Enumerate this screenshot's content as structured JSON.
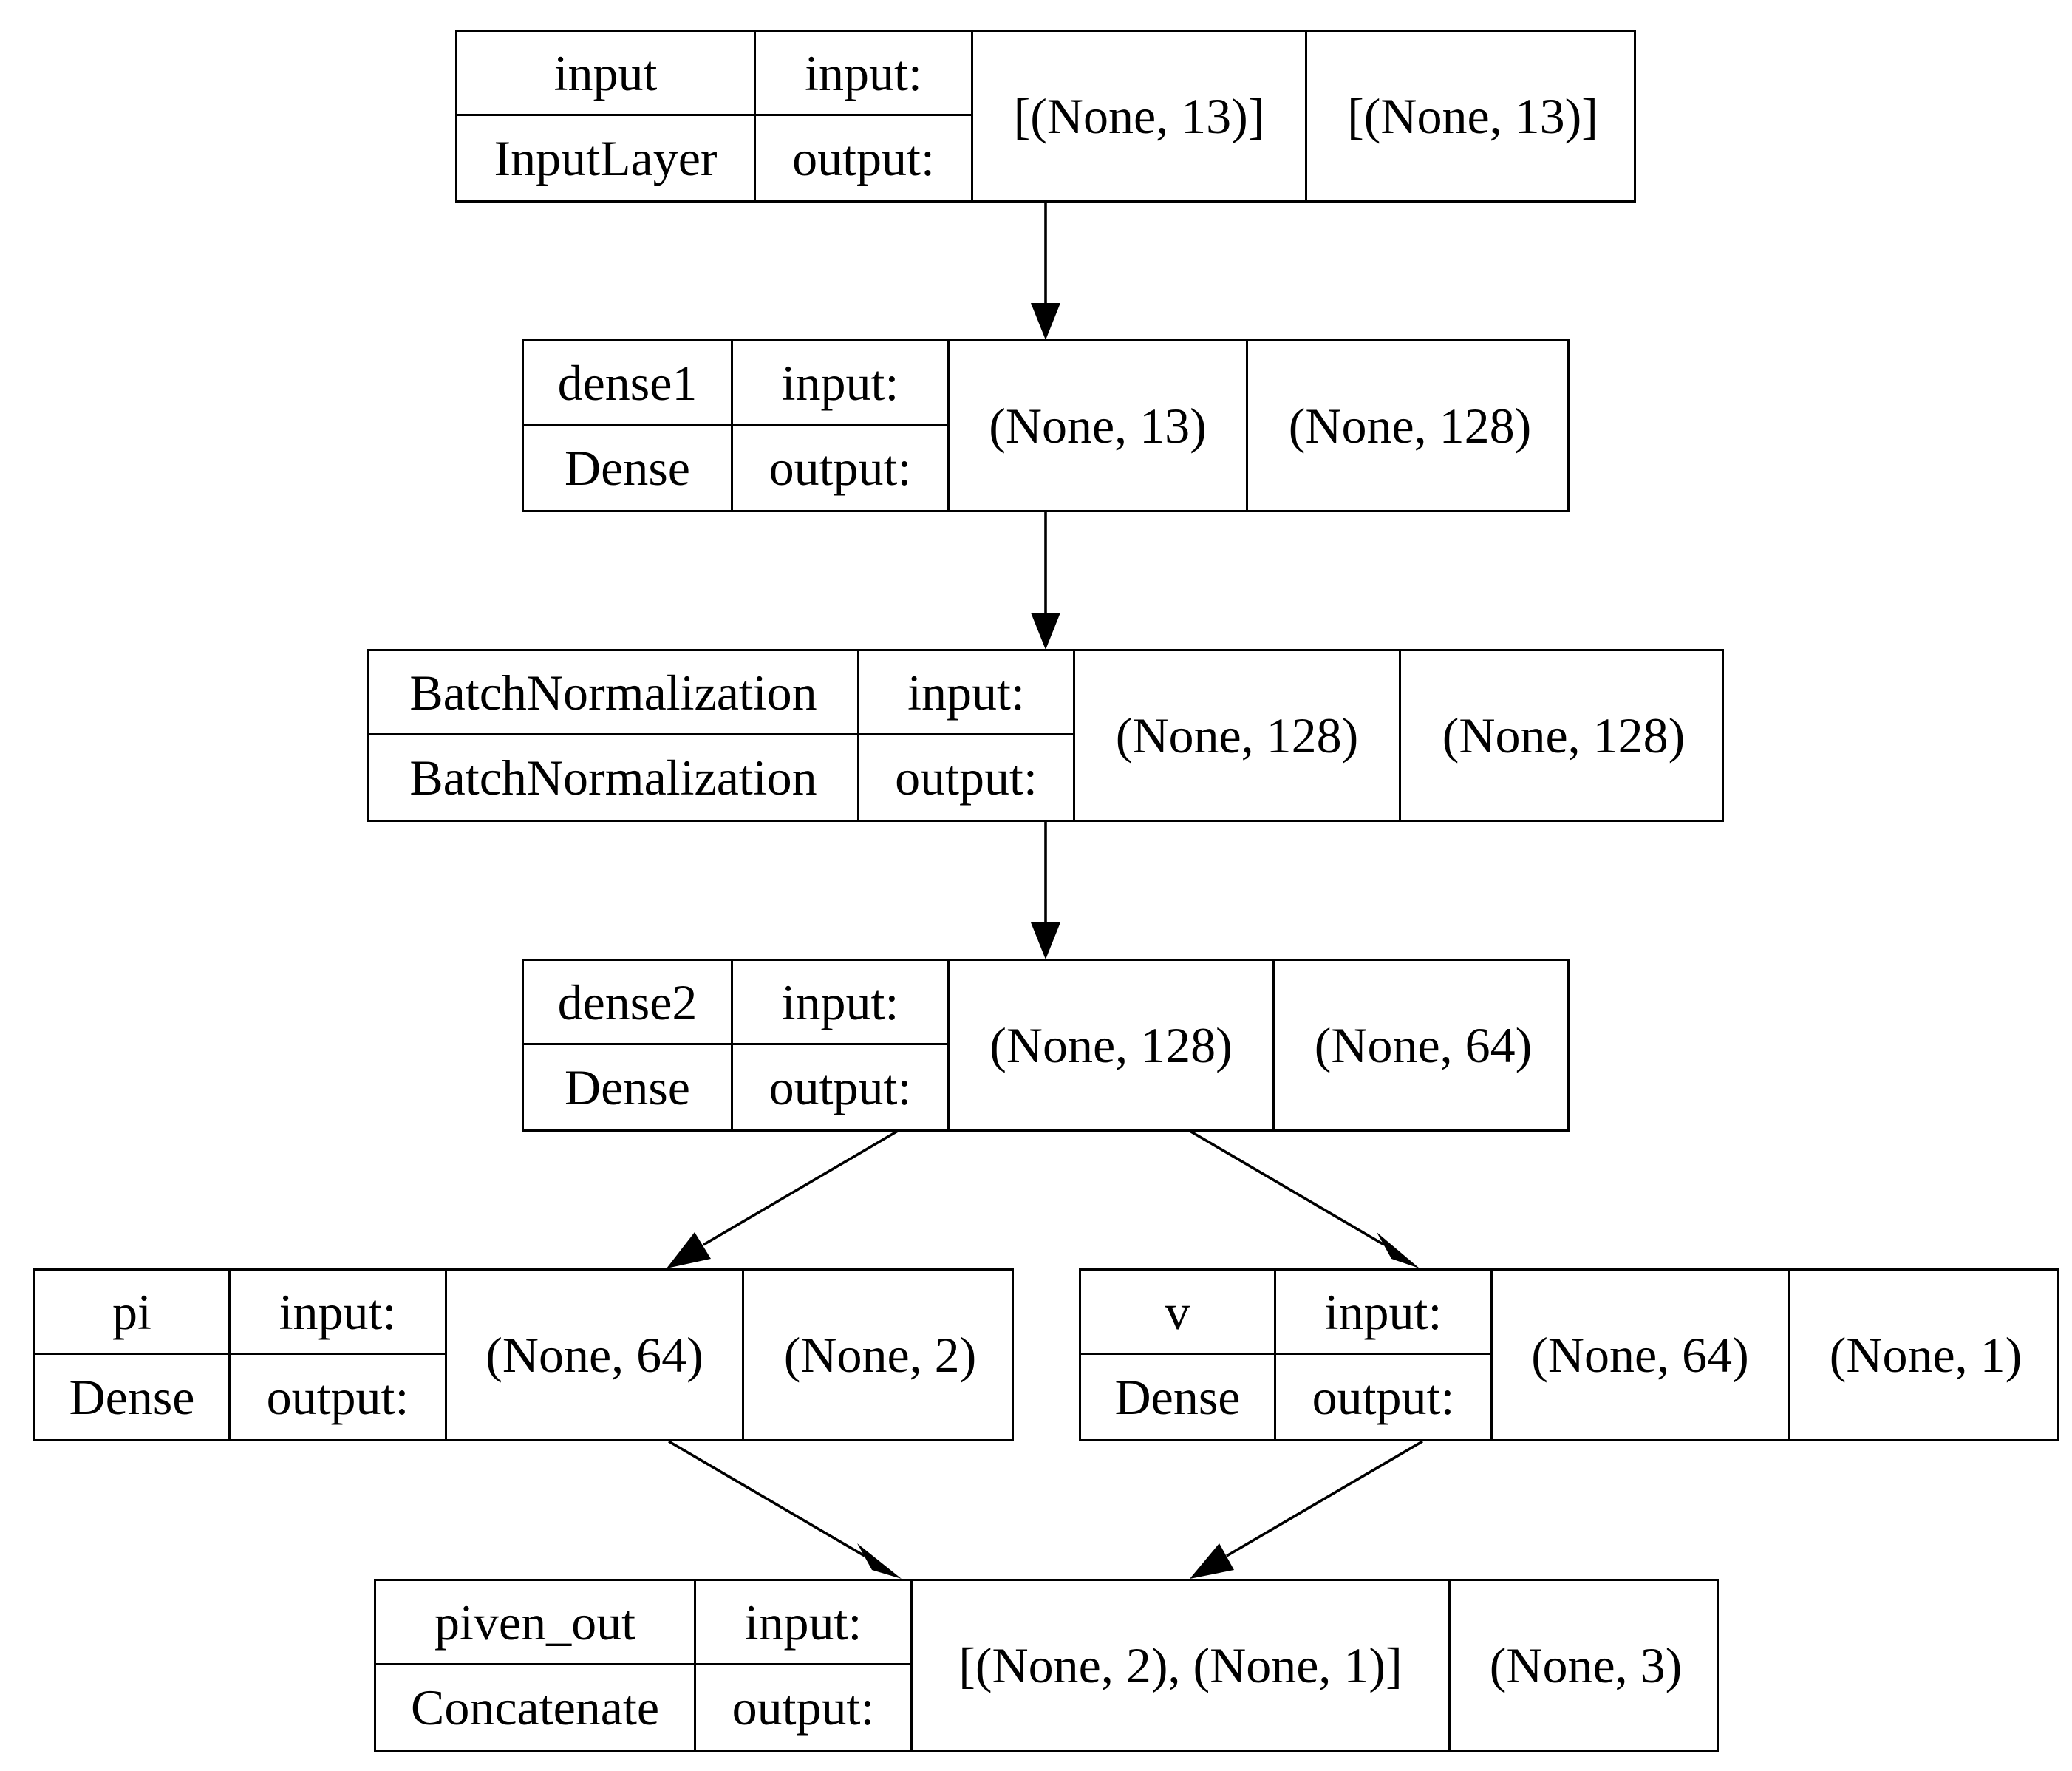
{
  "nodes": [
    {
      "id": "input",
      "name": "input",
      "type": "InputLayer",
      "input_label": "input:",
      "output_label": "output:",
      "input_shape": "[(None, 13)]",
      "output_shape": "[(None, 13)]"
    },
    {
      "id": "dense1",
      "name": "dense1",
      "type": "Dense",
      "input_label": "input:",
      "output_label": "output:",
      "input_shape": "(None, 13)",
      "output_shape": "(None, 128)"
    },
    {
      "id": "batchnorm",
      "name": "BatchNormalization",
      "type": "BatchNormalization",
      "input_label": "input:",
      "output_label": "output:",
      "input_shape": "(None, 128)",
      "output_shape": "(None, 128)"
    },
    {
      "id": "dense2",
      "name": "dense2",
      "type": "Dense",
      "input_label": "input:",
      "output_label": "output:",
      "input_shape": "(None, 128)",
      "output_shape": "(None, 64)"
    },
    {
      "id": "pi",
      "name": "pi",
      "type": "Dense",
      "input_label": "input:",
      "output_label": "output:",
      "input_shape": "(None, 64)",
      "output_shape": "(None, 2)"
    },
    {
      "id": "v",
      "name": "v",
      "type": "Dense",
      "input_label": "input:",
      "output_label": "output:",
      "input_shape": "(None, 64)",
      "output_shape": "(None, 1)"
    },
    {
      "id": "piven_out",
      "name": "piven_out",
      "type": "Concatenate",
      "input_label": "input:",
      "output_label": "output:",
      "input_shape": "[(None, 2), (None, 1)]",
      "output_shape": "(None, 3)"
    }
  ],
  "edges": [
    {
      "from": "input",
      "to": "dense1"
    },
    {
      "from": "dense1",
      "to": "batchnorm"
    },
    {
      "from": "batchnorm",
      "to": "dense2"
    },
    {
      "from": "dense2",
      "to": "pi"
    },
    {
      "from": "dense2",
      "to": "v"
    },
    {
      "from": "pi",
      "to": "piven_out"
    },
    {
      "from": "v",
      "to": "piven_out"
    }
  ]
}
